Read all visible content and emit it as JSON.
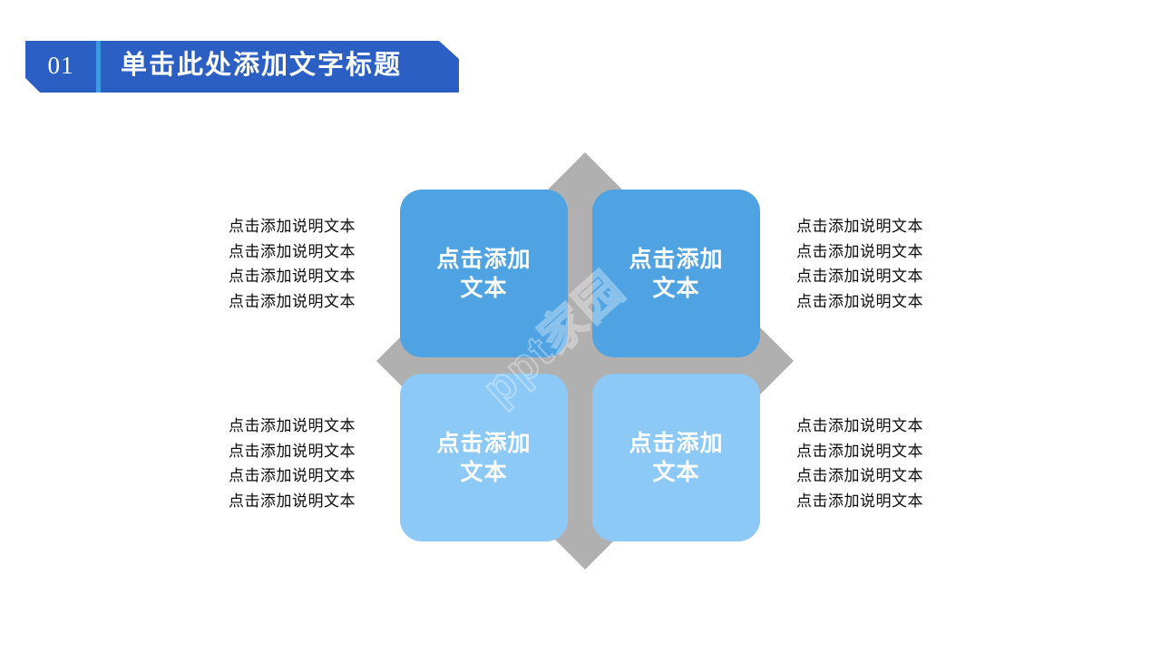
{
  "slide": {
    "background_color": "#ffffff",
    "title": {
      "number": "01",
      "text": "单击此处添加文字标题",
      "banner_color": "#2B5FC4",
      "divider_color": "#3C9BE0",
      "text_color": "#ffffff"
    },
    "watermark": {
      "text": "ppt家园"
    },
    "diagram": {
      "type": "four-quadrant-arrow-cross",
      "arrow_color": "#B0B0B0",
      "quadrants": [
        {
          "id": "top-left",
          "label": "点击添加\n文本",
          "label_line1": "点击添加",
          "label_line2": "文本",
          "color": "#4FA3E2"
        },
        {
          "id": "top-right",
          "label": "点击添加\n文本",
          "label_line1": "点击添加",
          "label_line2": "文本",
          "color": "#4FA3E2"
        },
        {
          "id": "bottom-left",
          "label": "点击添加\n文本",
          "label_line1": "点击添加",
          "label_line2": "文本",
          "color": "#8CC9F7"
        },
        {
          "id": "bottom-right",
          "label": "点击添加\n文本",
          "label_line1": "点击添加",
          "label_line2": "文本",
          "color": "#8CC9F7"
        }
      ]
    },
    "descriptions": {
      "top_left": [
        "点击添加说明文本",
        "点击添加说明文本",
        "点击添加说明文本",
        "点击添加说明文本"
      ],
      "bottom_left": [
        "点击添加说明文本",
        "点击添加说明文本",
        "点击添加说明文本",
        "点击添加说明文本"
      ],
      "top_right": [
        "点击添加说明文本",
        "点击添加说明文本",
        "点击添加说明文本",
        "点击添加说明文本"
      ],
      "bottom_right": [
        "点击添加说明文本",
        "点击添加说明文本",
        "点击添加说明文本",
        "点击添加说明文本"
      ]
    }
  }
}
